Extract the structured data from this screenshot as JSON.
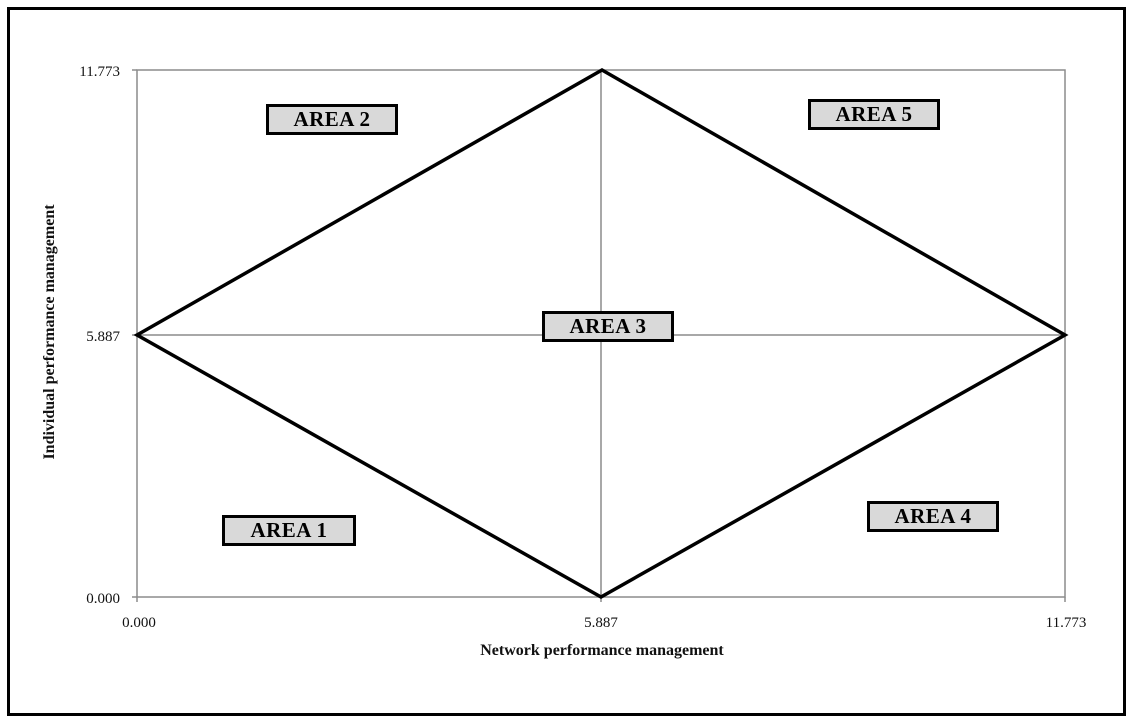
{
  "chart_data": {
    "type": "line",
    "title": "",
    "xlabel": "Network performance management",
    "ylabel": "Individual performance management",
    "xlim": [
      0,
      11.773
    ],
    "ylim": [
      0,
      11.773
    ],
    "x_ticks": [
      "0.000",
      "5.887",
      "11.773"
    ],
    "y_ticks": [
      "0.000",
      "5.887",
      "11.773"
    ],
    "grid": true,
    "series": [
      {
        "name": "diamond",
        "points": [
          [
            0,
            5.887
          ],
          [
            5.887,
            11.773
          ],
          [
            11.773,
            5.887
          ],
          [
            5.887,
            0
          ],
          [
            0,
            5.887
          ]
        ]
      }
    ],
    "annotations": [
      {
        "text": "AREA 1",
        "x": 1.45,
        "y": 1.45
      },
      {
        "text": "AREA 2",
        "x": 1.95,
        "y": 10.6
      },
      {
        "text": "AREA 3",
        "x": 5.887,
        "y": 6.05
      },
      {
        "text": "AREA 4",
        "x": 9.3,
        "y": 1.8
      },
      {
        "text": "AREA 5",
        "x": 9.4,
        "y": 10.7
      }
    ]
  },
  "labels": {
    "area1": "AREA 1",
    "area2": "AREA 2",
    "area3": "AREA 3",
    "area4": "AREA 4",
    "area5": "AREA 5"
  },
  "axes": {
    "x_title": "Network performance management",
    "y_title": "Individual performance management",
    "x_tick_0": "0.000",
    "x_tick_1": "5.887",
    "x_tick_2": "11.773",
    "y_tick_0": "0.000",
    "y_tick_1": "5.887",
    "y_tick_2": "11.773"
  }
}
